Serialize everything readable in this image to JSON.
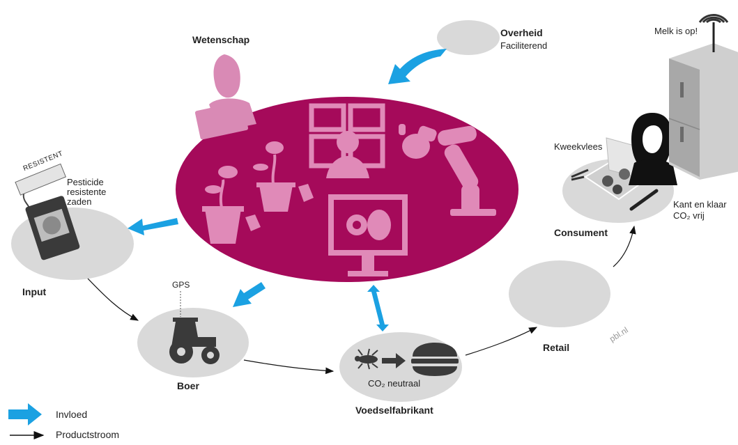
{
  "labels": {
    "wetenschap": "Wetenschap",
    "overheid": "Overheid",
    "overheid_sub": "Faciliterend",
    "melk": "Melk is op!",
    "kweekvlees": "Kweekvlees",
    "kant_en_klaar": "Kant en klaar",
    "co2_vrij": "CO₂ vrij",
    "consument": "Consument",
    "pesticide": "Pesticide",
    "resistente": "resistente",
    "zaden": "zaden",
    "resistent_tag": "RESISTENT",
    "input": "Input",
    "gps": "GPS",
    "boer": "Boer",
    "co2_neutraal": "CO₂ neutraal",
    "voedselfabrikant": "Voedselfabrikant",
    "retail": "Retail",
    "watermark": "pbl.nl"
  },
  "legend": {
    "invloed": "Invloed",
    "productstroom": "Productstroom"
  },
  "colors": {
    "central": "#a50a5a",
    "icon_pink": "#e08ab8",
    "influence_arrow": "#1ba1e2",
    "node": "#d9d9d9",
    "dark_icon": "#3a3a3a"
  },
  "icons": [
    "scientist-icon",
    "seed-bag-icon",
    "tractor-icon",
    "insect-icon",
    "burger-icon",
    "fridge-icon",
    "wifi-icon",
    "consumer-woman-icon",
    "meal-tray-icon",
    "robot-arm-icon",
    "remote-worker-icon",
    "ai-screen-icon",
    "meat-plant-icon"
  ]
}
